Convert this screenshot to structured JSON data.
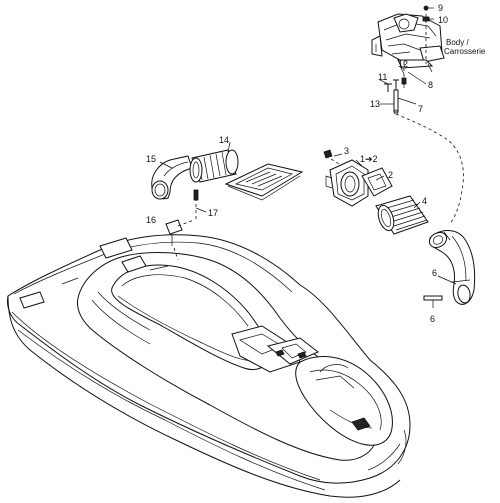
{
  "diagram": {
    "body_label_line1": "Body /",
    "body_label_line2": "Carrosserie",
    "callouts": {
      "c1": "1",
      "c1to2": "1➔2",
      "c2": "2",
      "c3": "3",
      "c4": "4",
      "c6a": "6",
      "c6b": "6",
      "c7": "7",
      "c8": "8",
      "c9": "9",
      "c10": "10",
      "c11": "11",
      "c12": "12",
      "c13": "13",
      "c14": "14",
      "c15": "15",
      "c16": "16",
      "c17": "17"
    }
  }
}
